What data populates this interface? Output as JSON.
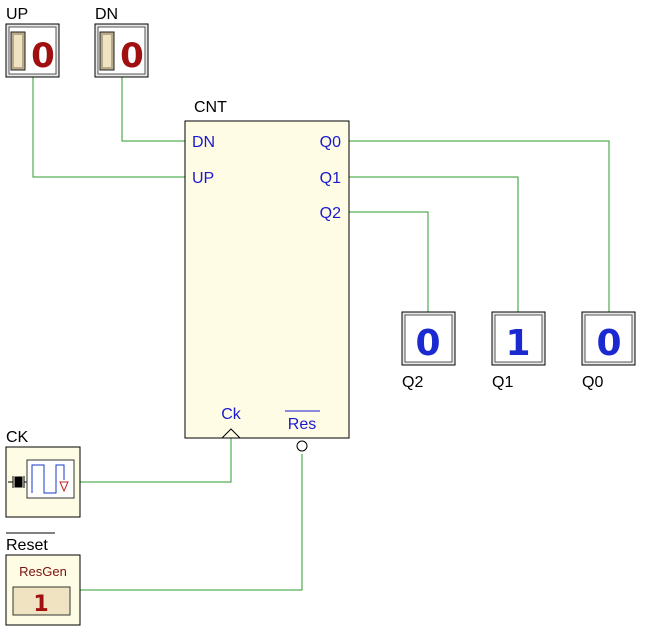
{
  "colors": {
    "wire": "#2e9a2e",
    "pin_text": "#1a1acc",
    "component_fill": "#fffce6",
    "switch_digit": "#a01010",
    "display_digit": "#1a2ad0",
    "panel_fill": "#efe3c2"
  },
  "inputs": {
    "up": {
      "label": "UP",
      "value": "0"
    },
    "dn": {
      "label": "DN",
      "value": "0"
    }
  },
  "counter": {
    "name": "CNT",
    "pin_dn": "DN",
    "pin_up": "UP",
    "pin_q0": "Q0",
    "pin_q1": "Q1",
    "pin_q2": "Q2",
    "pin_ck": "Ck",
    "pin_res": "Res"
  },
  "outputs": {
    "q2": {
      "label": "Q2",
      "value": "0"
    },
    "q1": {
      "label": "Q1",
      "value": "1"
    },
    "q0": {
      "label": "Q0",
      "value": "0"
    }
  },
  "clock": {
    "label": "CK",
    "icon": "clock-waveform-icon"
  },
  "reset": {
    "label": "Reset",
    "box_title": "ResGen",
    "value": "1"
  }
}
